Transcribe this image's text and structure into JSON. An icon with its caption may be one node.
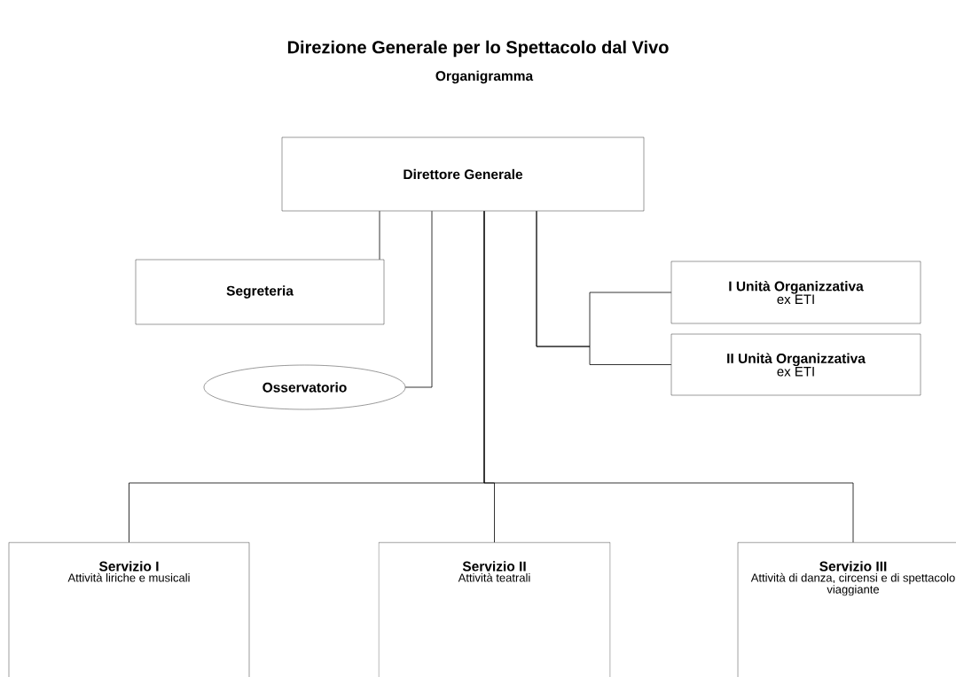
{
  "diagram": {
    "title": "Direzione Generale per lo Spettacolo dal Vivo",
    "labels": [
      "Organigramma"
    ],
    "nodes": [
      {
        "text": [
          "Direttore Generale"
        ]
      },
      {
        "text": [
          "Segreteria"
        ]
      },
      {
        "text": [
          "I Unità Organizzativa",
          "ex ETI"
        ]
      },
      {
        "text": [
          "II Unità Organizzativa",
          "ex ETI"
        ]
      },
      {
        "text": [
          "Osservatorio"
        ]
      },
      {
        "text": [
          "Servizio I",
          "Attività liriche e musicali"
        ]
      },
      {
        "text": [
          "Servizio II",
          "Attività teatrali"
        ]
      },
      {
        "text": [
          "Servizio III",
          "Attività di danza, circensi e di spettacolo viaggiante"
        ]
      }
    ],
    "edges": [
      {
        "from": 0,
        "to": 1,
        "arrow": "none"
      },
      {
        "from": 0,
        "to": 4,
        "arrow": "none"
      },
      {
        "from": 0,
        "to": 2,
        "arrow": "none"
      },
      {
        "from": 0,
        "to": 3,
        "arrow": "none"
      },
      {
        "from": 0,
        "to": 5,
        "arrow": "none"
      },
      {
        "from": 0,
        "to": 6,
        "arrow": "none"
      },
      {
        "from": 0,
        "to": 7,
        "arrow": "none"
      }
    ]
  }
}
